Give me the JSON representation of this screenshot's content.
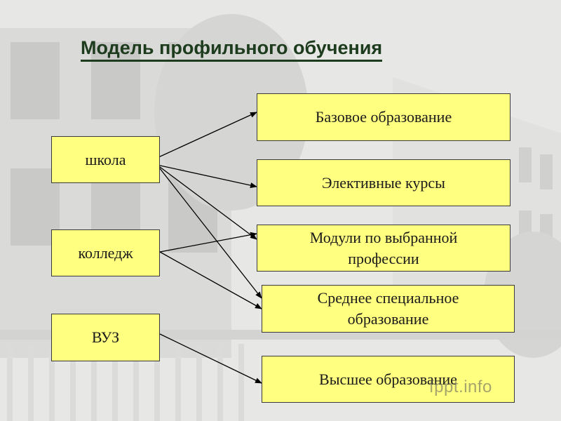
{
  "title": "Модель профильного обучения",
  "sources": {
    "school": "школа",
    "college": "колледж",
    "vuz": "ВУЗ"
  },
  "targets": {
    "base": "Базовое образование",
    "elective": "Элективные курсы",
    "modules": "Модули по выбранной профессии",
    "secondary_special": "Среднее специальное образование",
    "higher": "Высшее образование"
  },
  "connections": [
    {
      "from": "school",
      "to": "base"
    },
    {
      "from": "school",
      "to": "elective"
    },
    {
      "from": "school",
      "to": "modules"
    },
    {
      "from": "school",
      "to": "secondary_special"
    },
    {
      "from": "college",
      "to": "modules"
    },
    {
      "from": "college",
      "to": "secondary_special"
    },
    {
      "from": "vuz",
      "to": "higher"
    }
  ],
  "watermark": "fppt.info",
  "colors": {
    "box_fill": "#ffff80",
    "title": "#1d3b1d",
    "arrow": "#000000"
  }
}
